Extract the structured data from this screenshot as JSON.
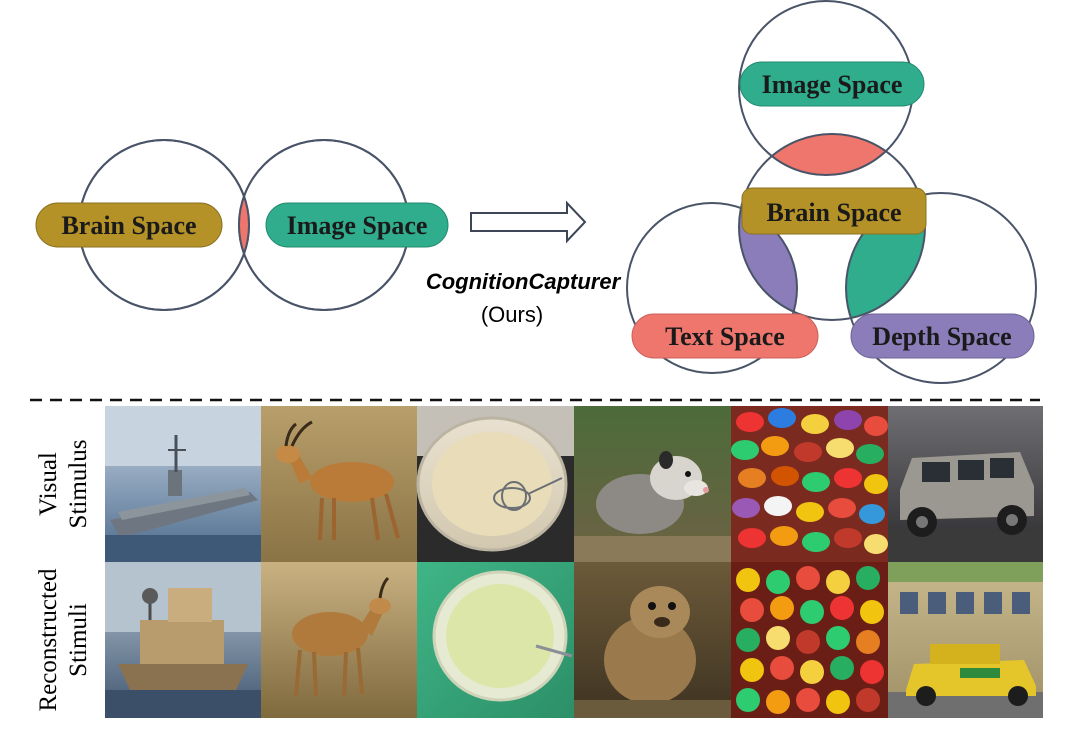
{
  "left_diagram": {
    "brain_label": "Brain Space",
    "image_label": "Image Space"
  },
  "method": {
    "name": "CognitionCapturer",
    "suffix": "(Ours)"
  },
  "right_diagram": {
    "image_label": "Image Space",
    "brain_label": "Brain Space",
    "text_label": "Text Space",
    "depth_label": "Depth Space"
  },
  "rows": {
    "visual_line1": "Visual",
    "visual_line2": "Stimulus",
    "recon_line1": "Reconstructed",
    "recon_line2": "Stimuli"
  },
  "visual_stimuli": [
    "aircraft-carrier",
    "antelope",
    "batter-with-whisk",
    "opossum",
    "jelly-beans",
    "off-road-jeep"
  ],
  "reconstructed_stimuli": [
    "reconstructed-ship",
    "reconstructed-antelope",
    "reconstructed-soup",
    "reconstructed-animal",
    "reconstructed-candies",
    "reconstructed-vehicle"
  ],
  "colors": {
    "brain": "#b59227",
    "image": "#2fad8d",
    "text": "#ee766c",
    "depth": "#8a7db9",
    "circle_stroke": "#4a5468"
  }
}
